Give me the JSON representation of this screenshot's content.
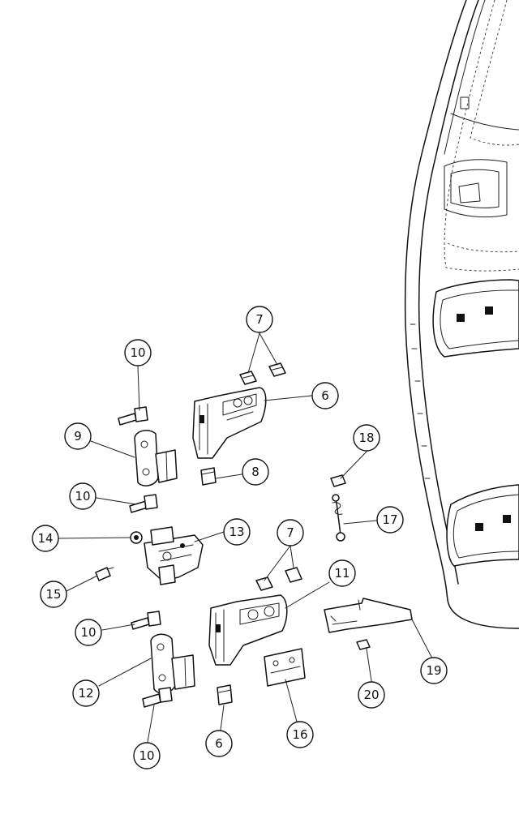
{
  "callouts": [
    {
      "id": "c-7a",
      "label": "7"
    },
    {
      "id": "c-10a",
      "label": "10"
    },
    {
      "id": "c-6a",
      "label": "6"
    },
    {
      "id": "c-9",
      "label": "9"
    },
    {
      "id": "c-18",
      "label": "18"
    },
    {
      "id": "c-8",
      "label": "8"
    },
    {
      "id": "c-10b",
      "label": "10"
    },
    {
      "id": "c-17",
      "label": "17"
    },
    {
      "id": "c-14",
      "label": "14"
    },
    {
      "id": "c-13",
      "label": "13"
    },
    {
      "id": "c-7b",
      "label": "7"
    },
    {
      "id": "c-15",
      "label": "15"
    },
    {
      "id": "c-11",
      "label": "11"
    },
    {
      "id": "c-10c",
      "label": "10"
    },
    {
      "id": "c-19",
      "label": "19"
    },
    {
      "id": "c-12",
      "label": "12"
    },
    {
      "id": "c-20",
      "label": "20"
    },
    {
      "id": "c-16",
      "label": "16"
    },
    {
      "id": "c-6b",
      "label": "6"
    },
    {
      "id": "c-10d",
      "label": "10"
    }
  ]
}
